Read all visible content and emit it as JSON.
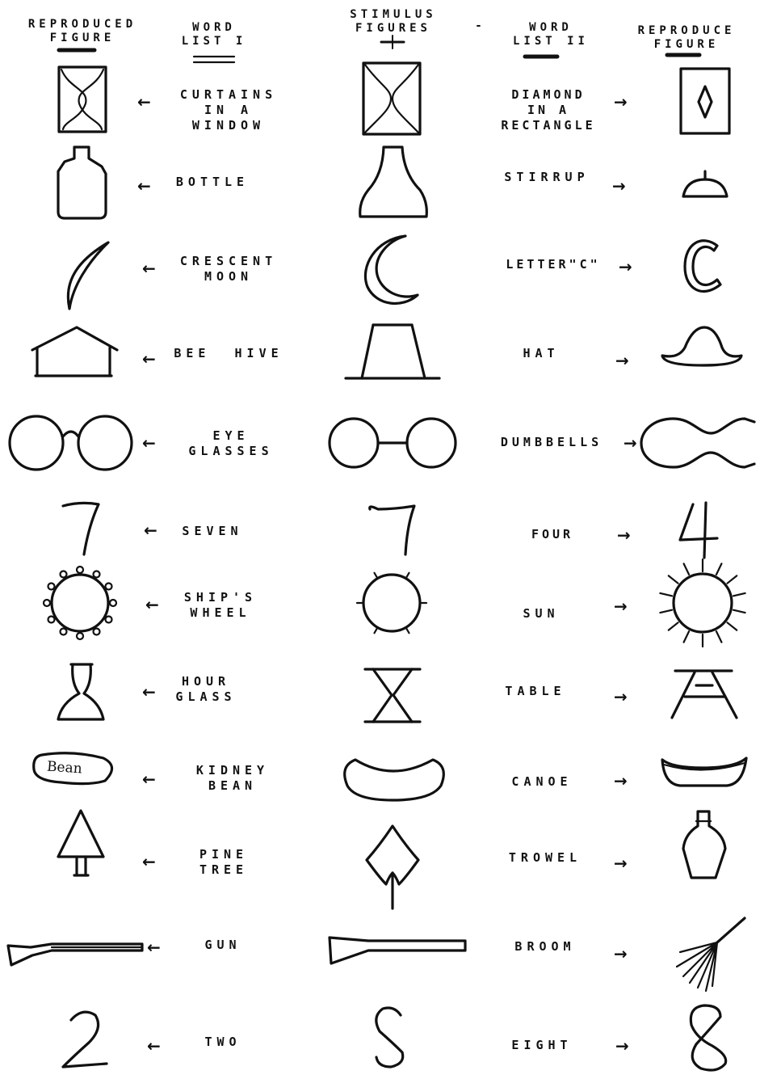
{
  "headers": {
    "reproduced_left": "REPRODUCED\nFIGURE",
    "word_list_1": "WORD\nLIST I",
    "stimulus": "STIMULUS\nFIGURES",
    "word_list_2": "WORD\nLIST II",
    "reproduced_right": "REPRODUCE\nFIGURE"
  },
  "rows": [
    {
      "word1": "CURTAINS\nIN A\nWINDOW",
      "word2": "DIAMOND\nIN A\nRECTANGLE"
    },
    {
      "word1": "BOTTLE",
      "word2": "STIRRUP"
    },
    {
      "word1": "CRESCENT\nMOON",
      "word2": "LETTER\"C\""
    },
    {
      "word1": "BEE  HIVE",
      "word2": "HAT"
    },
    {
      "word1": "EYE\nGLASSES",
      "word2": "DUMBBELLS"
    },
    {
      "word1": "SEVEN",
      "word2": "FOUR"
    },
    {
      "word1": "SHIP'S\nWHEEL",
      "word2": "SUN"
    },
    {
      "word1": "HOUR\nGLASS",
      "word2": "TABLE"
    },
    {
      "word1": "KIDNEY\nBEAN",
      "word2": "CANOE"
    },
    {
      "word1": "PINE\nTREE",
      "word2": "TROWEL"
    },
    {
      "word1": "GUN",
      "word2": "BROOM"
    },
    {
      "word1": "TWO",
      "word2": "EIGHT"
    }
  ],
  "bean_label": "Bean",
  "arrows": {
    "left": "←",
    "right": "→"
  }
}
